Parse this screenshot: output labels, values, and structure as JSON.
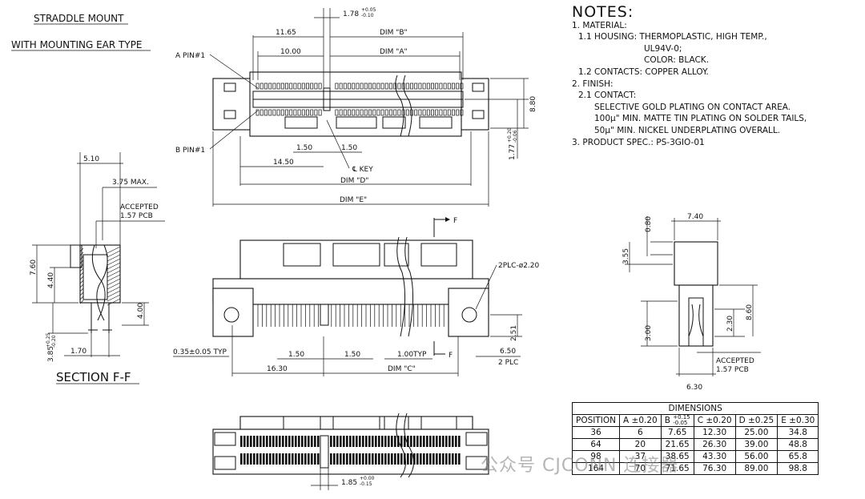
{
  "titles": {
    "line1": "STRADDLE MOUNT",
    "line2": "WITH MOUNTING EAR TYPE",
    "section": "SECTION F-F"
  },
  "top_view": {
    "d_1_78": "1.78",
    "tol_1_78_plus": "+0.05",
    "tol_1_78_minus": "-0.10",
    "d_11_65": "11.65",
    "dim_b": "DIM \"B\"",
    "d_10_00": "10.00",
    "dim_a": "DIM \"A\"",
    "a_pin": "A PIN#1",
    "b_pin": "B PIN#1",
    "d_8_80": "8.80",
    "d_1_77": "1.77",
    "tol_1_77_plus": "+0.20",
    "tol_1_77_minus": "-0.06",
    "d_1_50a": "1.50",
    "d_1_50b": "1.50",
    "d_14_50": "14.50",
    "key": "℄ KEY",
    "dim_d": "DIM \"D\"",
    "dim_e": "DIM \"E\""
  },
  "section_view": {
    "d_5_10": "5.10",
    "d_3_75": "3.75 MAX.",
    "accepted": "ACCEPTED",
    "pcb": "1.57 PCB",
    "d_7_60": "7.60",
    "d_4_40": "4.40",
    "d_4_00": "4.00",
    "d_3_85": "3.85",
    "tol_3_85_plus": "+0.25",
    "tol_3_85_minus": "-0.20",
    "d_1_70": "1.70"
  },
  "front_view": {
    "f_mark": "F",
    "plc": "2PLC-ø2.20",
    "d_0_35": "0.35±0.05 TYP",
    "d_1_50a": "1.50",
    "d_1_50b": "1.50",
    "d_1_00": "1.00TYP",
    "d_16_30": "16.30",
    "dim_c": "DIM \"C\"",
    "d_2_51": "2.51",
    "d_6_50": "6.50",
    "plc2": "2 PLC"
  },
  "side_view": {
    "d_7_40": "7.40",
    "d_0_80": "0.80",
    "d_3_55": "3.55",
    "d_2_30": "2.30",
    "d_8_60": "8.60",
    "d_3_00": "3.00",
    "accepted": "ACCEPTED",
    "pcb": "1.57 PCB",
    "d_6_30": "6.30"
  },
  "bottom_view": {
    "d_1_85": "1.85",
    "tol_plus": "+0.00",
    "tol_minus": "-0.15"
  },
  "notes": {
    "heading": "NOTES:",
    "lines": [
      "1. MATERIAL:",
      "1.1 HOUSING: THERMOPLASTIC, HIGH TEMP.,",
      "UL94V-0;",
      "COLOR: BLACK.",
      "1.2 CONTACTS: COPPER ALLOY.",
      "2. FINISH:",
      "2.1 CONTACT:",
      "SELECTIVE GOLD PLATING ON CONTACT AREA.",
      "100μ\" MIN. MATTE TIN PLATING ON SOLDER TAILS,",
      "50μ\" MIN. NICKEL UNDERPLATING OVERALL.",
      "3. PRODUCT SPEC.: PS-3GIO-01"
    ]
  },
  "dimensions_table": {
    "title": "DIMENSIONS",
    "headers": [
      "POSITION",
      "A ±0.20",
      "B",
      "C ±0.20",
      "D ±0.25",
      "E ±0.30"
    ],
    "b_tol_plus": "+0.15",
    "b_tol_minus": "-0.05",
    "rows": [
      [
        "36",
        "6",
        "7.65",
        "12.30",
        "25.00",
        "34.8"
      ],
      [
        "64",
        "20",
        "21.65",
        "26.30",
        "39.00",
        "48.8"
      ],
      [
        "98",
        "37",
        "38.65",
        "43.30",
        "56.00",
        "65.8"
      ],
      [
        "164",
        "70",
        "71.65",
        "76.30",
        "89.00",
        "98.8"
      ]
    ]
  },
  "watermark": "公众号 CJCONN 连接器"
}
